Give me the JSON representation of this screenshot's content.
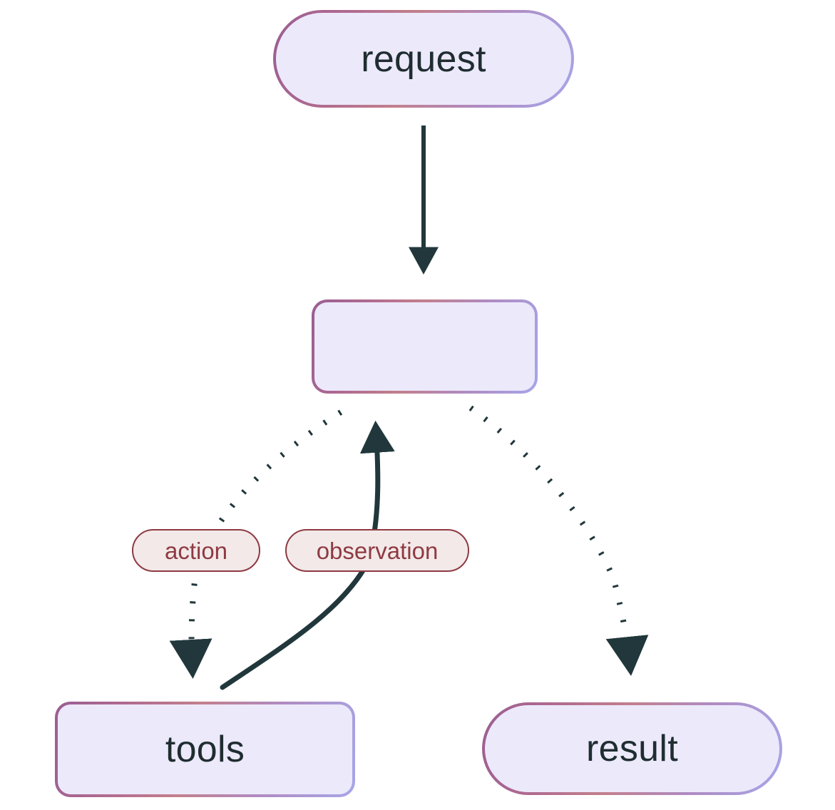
{
  "diagram": {
    "type": "flowchart",
    "title": "",
    "background_color": "#ffffff",
    "nodes": [
      {
        "id": "request",
        "label": "request",
        "shape": "stadium",
        "fill": "#ece9fb",
        "text_color": "#1f2d30",
        "border_gradient_from": "#9a5e93",
        "border_gradient_to": "#a6a6e8"
      },
      {
        "id": "agent",
        "label": "",
        "shape": "rounded-rect",
        "fill": "#ece9fb",
        "text_color": "#1f2d30",
        "border_gradient_from": "#9a5e93",
        "border_gradient_to": "#a6a6e8"
      },
      {
        "id": "tools",
        "label": "tools",
        "shape": "rounded-rect",
        "fill": "#ece9fb",
        "text_color": "#1f2d30",
        "border_gradient_from": "#9a5e93",
        "border_gradient_to": "#a6a6e8"
      },
      {
        "id": "result",
        "label": "result",
        "shape": "stadium",
        "fill": "#ece9fb",
        "text_color": "#1f2d30",
        "border_gradient_from": "#9a5e93",
        "border_gradient_to": "#a6a6e8"
      }
    ],
    "edges": [
      {
        "id": "request-to-agent",
        "from": "request",
        "to": "agent",
        "label": "",
        "style": "solid",
        "color": "#21373b",
        "arrow": "filled-triangle"
      },
      {
        "id": "agent-to-tools",
        "from": "agent",
        "to": "tools",
        "label": "action",
        "style": "dotted",
        "color": "#21373b",
        "arrow": "filled-triangle"
      },
      {
        "id": "tools-to-agent",
        "from": "tools",
        "to": "agent",
        "label": "observation",
        "style": "solid",
        "color": "#21373b",
        "arrow": "filled-triangle"
      },
      {
        "id": "agent-to-result",
        "from": "agent",
        "to": "result",
        "label": "",
        "style": "dotted",
        "color": "#21373b",
        "arrow": "filled-triangle"
      }
    ],
    "edge_labels": {
      "action": "action",
      "observation": "observation",
      "fill": "#f3e9e9",
      "border_color": "#8e3a42",
      "text_color": "#8e3a42"
    }
  }
}
